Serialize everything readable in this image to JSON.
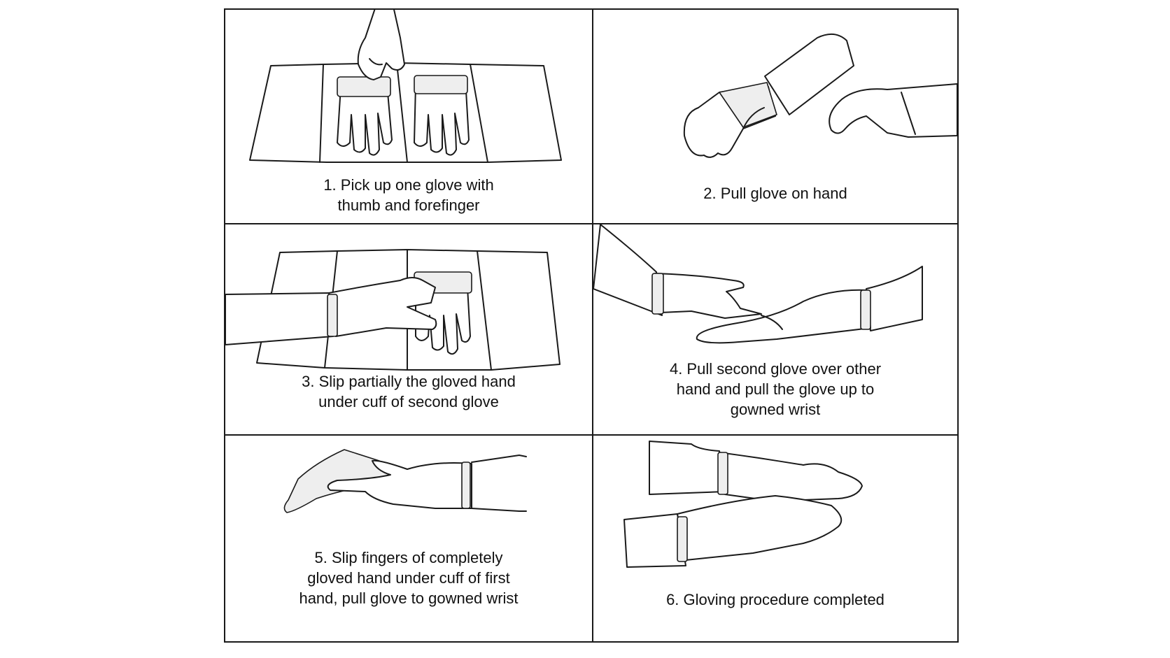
{
  "steps": [
    {
      "caption": "1. Pick up one glove with\nthumb and forefinger",
      "illustration_icon": "pick-up-glove-icon"
    },
    {
      "caption": "2. Pull glove on hand",
      "illustration_icon": "pull-glove-icon"
    },
    {
      "caption": "3. Slip partially the gloved hand\nunder cuff of second glove",
      "illustration_icon": "slip-under-cuff-icon"
    },
    {
      "caption": "4. Pull second glove over other\nhand and pull the glove up to\ngowned wrist",
      "illustration_icon": "pull-second-glove-icon"
    },
    {
      "caption": "5. Slip fingers of completely\ngloved hand under cuff of first\nhand, pull glove to gowned wrist",
      "illustration_icon": "fingers-under-cuff-icon"
    },
    {
      "caption": "6. Gloving procedure completed",
      "illustration_icon": "gloved-hands-icon"
    }
  ]
}
